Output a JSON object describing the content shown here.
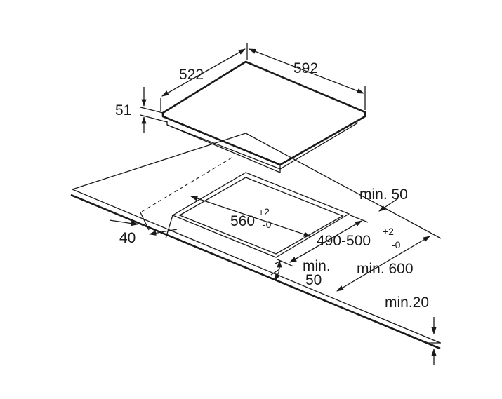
{
  "dimensions": {
    "hob_depth": "522",
    "hob_width": "592",
    "hob_height": "51",
    "cutout_width": "560",
    "cutout_width_tol_plus": "+2",
    "cutout_width_tol_minus": "-0",
    "cutout_depth": "490-500",
    "cutout_depth_tol_plus": "+2",
    "cutout_depth_tol_minus": "-0",
    "rear_clearance": "min. 50",
    "front_clearance_line1": "min.",
    "front_clearance_line2": "50",
    "worktop_depth": "min. 600",
    "worktop_thickness": "min.20",
    "side_offset": "40"
  }
}
